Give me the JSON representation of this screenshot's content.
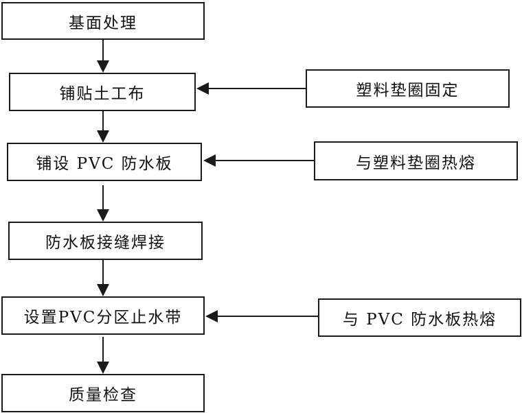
{
  "diagram": {
    "type": "flowchart",
    "main_steps": [
      {
        "id": "b1",
        "label": "基面处理"
      },
      {
        "id": "b2",
        "label": "铺贴土工布"
      },
      {
        "id": "b3",
        "label": "铺设 PVC 防水板"
      },
      {
        "id": "b4",
        "label": "防水板接缝焊接"
      },
      {
        "id": "b5",
        "label": "设置PVC分区止水带"
      },
      {
        "id": "b6",
        "label": "质量检查"
      }
    ],
    "side_inputs": [
      {
        "id": "r1",
        "label": "塑料垫圈固定",
        "feeds": "b2"
      },
      {
        "id": "r2",
        "label": "与塑料垫圈热熔",
        "feeds": "b3"
      },
      {
        "id": "r3",
        "label": "与 PVC 防水板热熔",
        "feeds": "b5"
      }
    ],
    "edges": [
      {
        "from": "b1",
        "to": "b2"
      },
      {
        "from": "b2",
        "to": "b3"
      },
      {
        "from": "b3",
        "to": "b4"
      },
      {
        "from": "b4",
        "to": "b5"
      },
      {
        "from": "b5",
        "to": "b6"
      },
      {
        "from": "r1",
        "to": "b2"
      },
      {
        "from": "r2",
        "to": "b3"
      },
      {
        "from": "r3",
        "to": "b5"
      }
    ],
    "colors": {
      "stroke": "#1a1a1a",
      "background": "#ffffff",
      "text": "#111111"
    }
  }
}
